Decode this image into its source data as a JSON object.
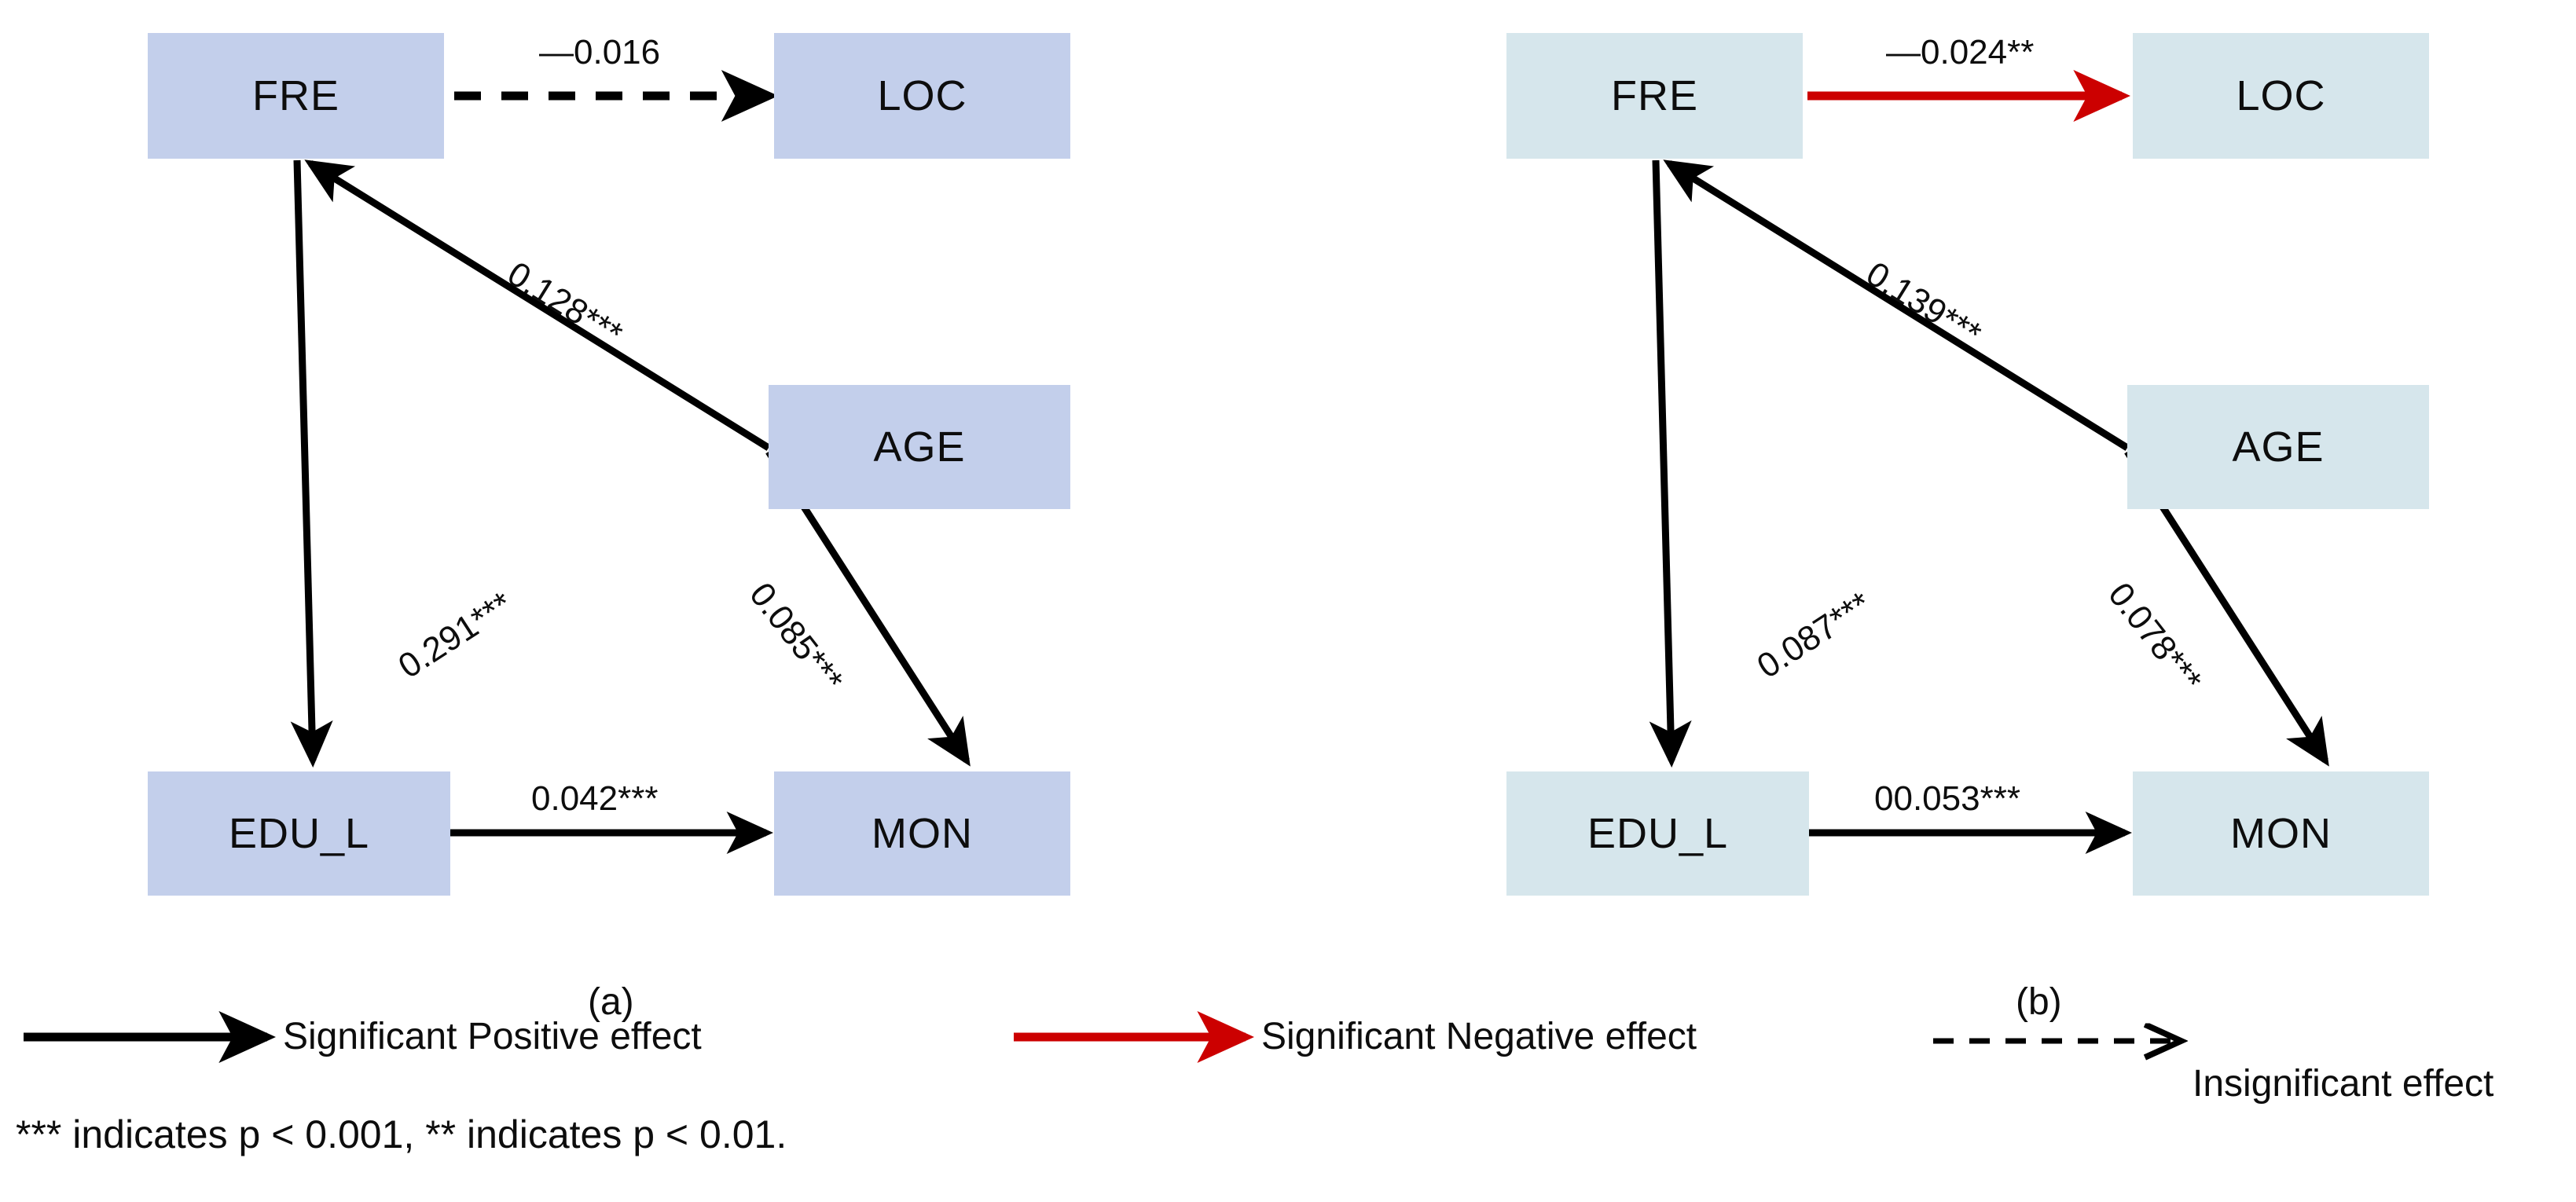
{
  "figure": {
    "type": "path-diagram",
    "background": "#ffffff",
    "panels": [
      {
        "id": "a",
        "caption": "(a)",
        "box_fill": "#c3cfeb",
        "nodes": [
          {
            "id": "FRE",
            "label": "FRE"
          },
          {
            "id": "LOC",
            "label": "LOC"
          },
          {
            "id": "AGE",
            "label": "AGE"
          },
          {
            "id": "EDU_L",
            "label": "EDU_L"
          },
          {
            "id": "MON",
            "label": "MON"
          }
        ],
        "edges": [
          {
            "from": "FRE",
            "to": "LOC",
            "label": "—0.016",
            "style": "dashed",
            "color": "#000000",
            "effect": "insignificant"
          },
          {
            "from": "AGE",
            "to": "FRE",
            "label": "0.128***",
            "style": "solid",
            "color": "#000000",
            "effect": "significant-positive"
          },
          {
            "from": "FRE",
            "to": "EDU_L",
            "label": "0.291***",
            "style": "solid",
            "color": "#000000",
            "effect": "significant-positive"
          },
          {
            "from": "AGE",
            "to": "MON",
            "label": "0.085***",
            "style": "solid",
            "color": "#000000",
            "effect": "significant-positive"
          },
          {
            "from": "EDU_L",
            "to": "MON",
            "label": "0.042***",
            "style": "solid",
            "color": "#000000",
            "effect": "significant-positive"
          }
        ]
      },
      {
        "id": "b",
        "caption": "(b)",
        "box_fill": "#d6e6ec",
        "nodes": [
          {
            "id": "FRE",
            "label": "FRE"
          },
          {
            "id": "LOC",
            "label": "LOC"
          },
          {
            "id": "AGE",
            "label": "AGE"
          },
          {
            "id": "EDU_L",
            "label": "EDU_L"
          },
          {
            "id": "MON",
            "label": "MON"
          }
        ],
        "edges": [
          {
            "from": "FRE",
            "to": "LOC",
            "label": "—0.024**",
            "style": "solid",
            "color": "#cc0000",
            "effect": "significant-negative"
          },
          {
            "from": "AGE",
            "to": "FRE",
            "label": "0.139***",
            "style": "solid",
            "color": "#000000",
            "effect": "significant-positive"
          },
          {
            "from": "FRE",
            "to": "EDU_L",
            "label": "0.087***",
            "style": "solid",
            "color": "#000000",
            "effect": "significant-positive"
          },
          {
            "from": "AGE",
            "to": "MON",
            "label": "0.078***",
            "style": "solid",
            "color": "#000000",
            "effect": "significant-positive"
          },
          {
            "from": "EDU_L",
            "to": "MON",
            "label": "00.053***",
            "style": "solid",
            "color": "#000000",
            "effect": "significant-positive"
          }
        ]
      }
    ],
    "legend": {
      "items": [
        {
          "key": "significant-positive",
          "label": "Significant Positive effect",
          "style": "solid",
          "color": "#000000"
        },
        {
          "key": "significant-negative",
          "label": "Significant Negative effect",
          "style": "solid",
          "color": "#cc0000"
        },
        {
          "key": "insignificant",
          "label": "Insignificant effect",
          "style": "dashed",
          "color": "#000000"
        }
      ],
      "note": "*** indicates p < 0.001, ** indicates p < 0.01."
    },
    "colors": {
      "panel_a_box": "#c3cfeb",
      "panel_b_box": "#d6e6ec",
      "negative": "#cc0000",
      "line": "#000000"
    }
  }
}
